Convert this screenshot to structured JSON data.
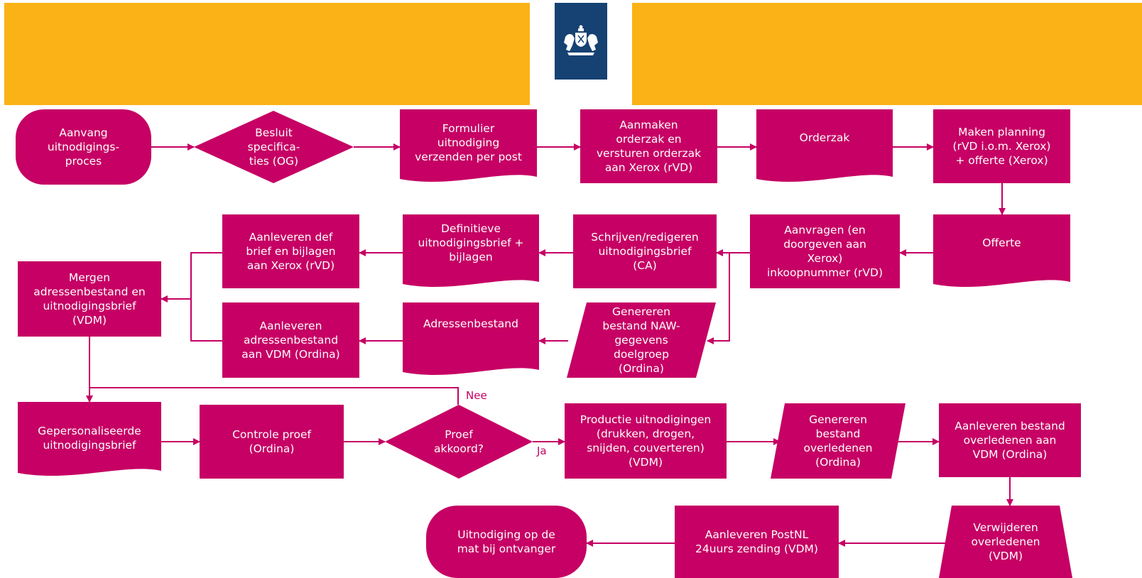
{
  "colors": {
    "accent": "#c60064",
    "header": "#fbb216",
    "logo_bg": "#154273"
  },
  "header": {
    "logo_icon": "coat-of-arms-icon"
  },
  "nodes": {
    "aanvang": "Aanvang\nuitnodigings-\nproces",
    "besluit": "Besluit\nspecifica-\nties (OG)",
    "formulier": "Formulier\nuitnodiging\nverzenden per post",
    "aanmaken": "Aanmaken\norderzak en\nversturen orderzak\naan Xerox (rVD)",
    "orderzak": "Orderzak",
    "planning": "Maken planning\n(rVD i.o.m. Xerox)\n+ offerte (Xerox)",
    "offerte": "Offerte",
    "aanvragen": "Aanvragen (en\ndoorgeven aan\nXerox)\ninkoopnummer (rVD)",
    "schrijven": "Schrijven/redigeren\nuitnodigingsbrief\n(CA)",
    "definitieve": "Definitieve\nuitnodigingsbrief +\nbijlagen",
    "aanleveren_def": "Aanleveren def\nbrief en bijlagen\naan Xerox (rVD)",
    "mergen": "Mergen\nadressenbestand en\nuitnodigingsbrief\n(VDM)",
    "aanleveren_adres": "Aanleveren\nadressenbestand\naan VDM (Ordina)",
    "adressenbestand": "Adressenbestand",
    "genereren_naw": "Genereren\nbestand NAW-\ngegevens\ndoelgroep\n(Ordina)",
    "gepersonaliseerde": "Gepersonaliseerde\nuitnodigingsbrief",
    "controle": "Controle proef\n(Ordina)",
    "proef": "Proef\nakkoord?",
    "productie": "Productie uitnodigingen\n(drukken, drogen,\nsnijden, couverteren)\n(VDM)",
    "genereren_overl": "Genereren\nbestand\noverledenen\n(Ordina)",
    "aanleveren_overl": "Aanleveren bestand\noverledenen aan\nVDM (Ordina)",
    "verwijderen": "Verwijderen\noverledenen\n(VDM)",
    "postnl": "Aanleveren PostNL\n24uurs zending (VDM)",
    "uitnodiging": "Uitnodiging op de\nmat bij ontvanger"
  },
  "labels": {
    "nee": "Nee",
    "ja": "Ja"
  }
}
